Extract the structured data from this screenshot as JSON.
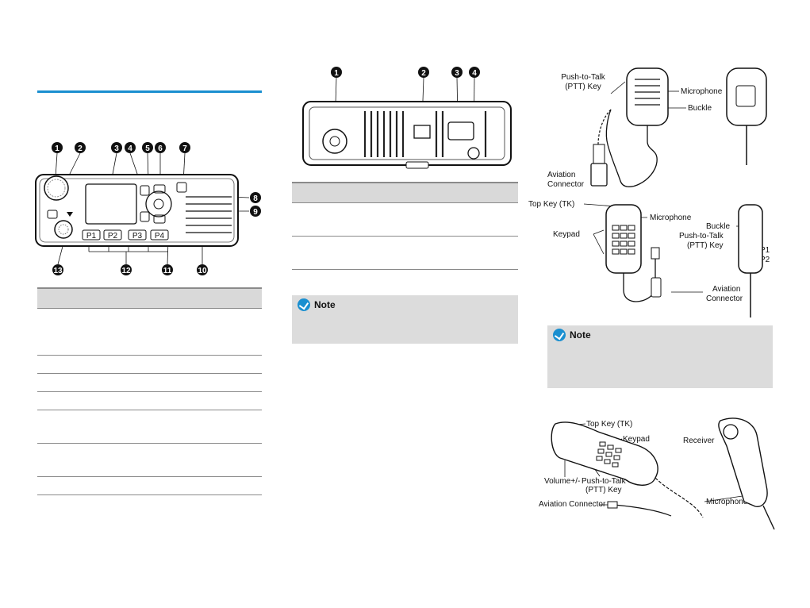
{
  "front_panel": {
    "callouts": [
      "1",
      "2",
      "3",
      "4",
      "5",
      "6",
      "7",
      "8",
      "9",
      "10",
      "11",
      "12",
      "13"
    ],
    "keys": [
      "P1",
      "P2",
      "P3",
      "P4"
    ]
  },
  "rear_panel": {
    "callouts": [
      "1",
      "2",
      "3",
      "4"
    ]
  },
  "note_left": {
    "title": "Note"
  },
  "note_right": {
    "title": "Note"
  },
  "mic1": {
    "labels": {
      "ptt": "Push-to-Talk\n(PTT) Key",
      "microphone": "Microphone",
      "buckle": "Buckle",
      "aviation": "Aviation\nConnector"
    }
  },
  "mic2": {
    "labels": {
      "top_key": "Top Key (TK)",
      "microphone": "Microphone",
      "keypad": "Keypad",
      "buckle": "Buckle",
      "ptt": "Push-to-Talk\n(PTT) Key",
      "p1": "P1",
      "p2": "P2",
      "aviation": "Aviation\nConnector"
    }
  },
  "mic3": {
    "labels": {
      "top_key": "Top Key (TK)",
      "keypad": "Keypad",
      "receiver": "Receiver",
      "volume": "Volume+/-",
      "ptt": "Push-to-Talk\n(PTT) Key",
      "aviation": "Aviation Connector",
      "microphone": "Microphone"
    }
  },
  "colors": {
    "accent": "#1a8fd0",
    "note_bg": "#dcdcdc",
    "table_header": "#d9d9d9"
  }
}
